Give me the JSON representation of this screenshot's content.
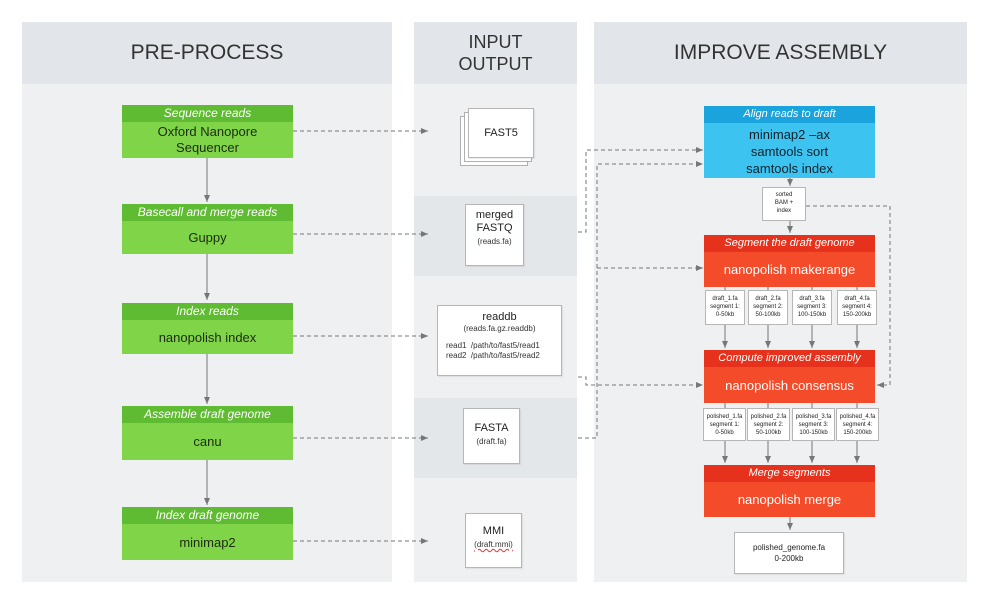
{
  "columns": {
    "preprocess": "PRE-PROCESS",
    "io_line1": "INPUT",
    "io_line2": "OUTPUT",
    "improve": "IMPROVE ASSEMBLY"
  },
  "preprocess_steps": [
    {
      "header": "Sequence reads",
      "line1": "Oxford Nanopore",
      "line2": "Sequencer"
    },
    {
      "header": "Basecall and merge reads",
      "line1": "Guppy",
      "line2": ""
    },
    {
      "header": "Index reads",
      "line1": "nanopolish index",
      "line2": ""
    },
    {
      "header": "Assemble draft genome",
      "line1": "canu",
      "line2": ""
    },
    {
      "header": "Index draft genome",
      "line1": "minimap2",
      "line2": ""
    }
  ],
  "io_files": {
    "fast5": "FAST5",
    "merged_l1": "merged",
    "merged_l2": "FASTQ",
    "merged_l3": "(reads.fa)",
    "readdb_l1": "readdb",
    "readdb_l2": "(reads.fa.gz.readdb)",
    "readdb_l3": "read1  /path/to/fast5/read1",
    "readdb_l4": "read2  /path/to/fast5/read2",
    "fasta_l1": "FASTA",
    "fasta_l2": "(draft.fa)",
    "mmi_l1": "MMI",
    "mmi_l2": "(draft.mmi)"
  },
  "align": {
    "header": "Align reads to draft",
    "line1": "minimap2 –ax",
    "line2": "samtools sort",
    "line3": "samtools index"
  },
  "bam": {
    "line1": "sorted",
    "line2": "BAM +",
    "line3": "index"
  },
  "segment": {
    "header": "Segment the draft genome",
    "body": "nanopolish makerange"
  },
  "drafts": [
    {
      "l1": "draft_1.fa",
      "l2": "segment 1:",
      "l3": "0-50kb"
    },
    {
      "l1": "draft_2.fa",
      "l2": "segment 2:",
      "l3": "50-100kb"
    },
    {
      "l1": "draft_3.fa",
      "l2": "segment 3:",
      "l3": "100-150kb"
    },
    {
      "l1": "draft_4.fa",
      "l2": "segment 4:",
      "l3": "150-200kb"
    }
  ],
  "consensus": {
    "header": "Compute improved assembly",
    "body": "nanopolish consensus"
  },
  "polished": [
    {
      "l1": "polished_1.fa",
      "l2": "segment 1:",
      "l3": "0-50kb"
    },
    {
      "l1": "polished_2.fa",
      "l2": "segment 2:",
      "l3": "50-100kb"
    },
    {
      "l1": "polished_3.fa",
      "l2": "segment 3:",
      "l3": "100-150kb"
    },
    {
      "l1": "polished_4.fa",
      "l2": "segment 4:",
      "l3": "150-200kb"
    }
  ],
  "merge": {
    "header": "Merge segments",
    "body": "nanopolish merge"
  },
  "final": {
    "line1": "polished_genome.fa",
    "line2": "0-200kb"
  },
  "colors": {
    "green": "#7fd448",
    "green_header": "#5fbb31",
    "orange": "#f44c2a",
    "orange_header": "#e6321c",
    "blue": "#3cc3ef",
    "blue_header": "#1aa3dc"
  }
}
